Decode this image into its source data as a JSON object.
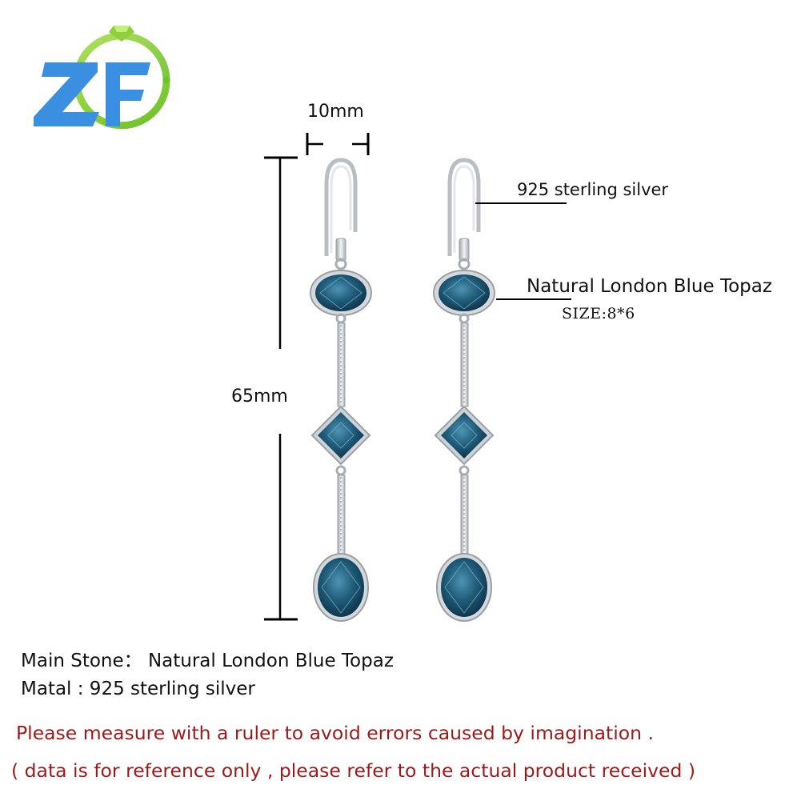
{
  "logo": {
    "letters": "ZF",
    "colors": {
      "letters": "#3a8fe0",
      "ring": "#8fd03a"
    }
  },
  "dimensions": {
    "width": "10mm",
    "height": "65mm"
  },
  "callouts": {
    "metal": "925 sterling silver",
    "stone": "Natural London Blue Topaz",
    "size": "SIZE:8*6"
  },
  "specs": {
    "main_stone": "Main Stone： Natural London Blue Topaz",
    "metal": "Matal : 925 sterling silver"
  },
  "notes": {
    "line1": "Please measure with a ruler to avoid errors caused by imagination .",
    "line2": "( data is for reference only , please refer to the actual product received )"
  },
  "colors": {
    "stone": "#1f5c7a",
    "silver": "#c8ccd0",
    "note_text": "#9b1b1b"
  }
}
